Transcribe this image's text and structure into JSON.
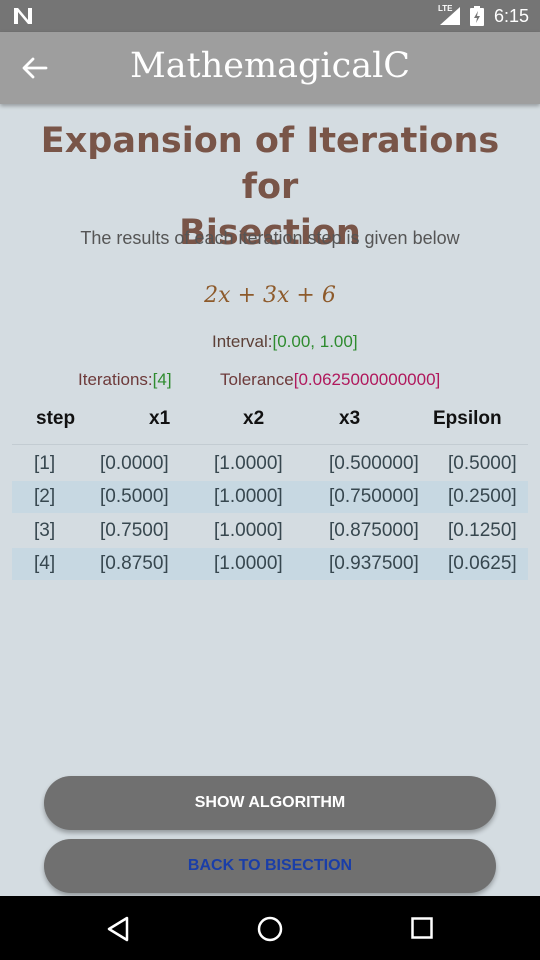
{
  "status_bar": {
    "network": "LTE",
    "time": "6:15"
  },
  "app_bar": {
    "title": "MathemagicalC"
  },
  "page": {
    "heading_line1": "Expansion of Iterations for",
    "heading_line2": "Bisection",
    "subtitle": "The results of each iteration step is given below",
    "equation": "2x + 3x + 6"
  },
  "params": {
    "interval_label": "Interval:",
    "interval_value": "[0.00, 1.00]",
    "iterations_label": "Iterations:",
    "iterations_value": "[4]",
    "tolerance_label": "Tolerance",
    "tolerance_value": "[0.0625000000000]"
  },
  "table": {
    "headers": [
      "step",
      "x1",
      "x2",
      "x3",
      "Epsilon"
    ],
    "rows": [
      [
        "[1]",
        "[0.0000]",
        "[1.0000]",
        "[0.500000]",
        "[0.5000]"
      ],
      [
        "[2]",
        "[0.5000]",
        "[1.0000]",
        "[0.750000]",
        "[0.2500]"
      ],
      [
        "[3]",
        "[0.7500]",
        "[1.0000]",
        "[0.875000]",
        "[0.1250]"
      ],
      [
        "[4]",
        "[0.8750]",
        "[1.0000]",
        "[0.937500]",
        "[0.0625]"
      ]
    ]
  },
  "buttons": {
    "show_algorithm": "SHOW ALGORITHM",
    "back_to_bisection": "BACK TO BISECTION"
  },
  "icons": {
    "app_back": "arrow-left-icon",
    "nav_back": "triangle-back-icon",
    "nav_home": "circle-home-icon",
    "nav_recents": "square-recents-icon"
  }
}
